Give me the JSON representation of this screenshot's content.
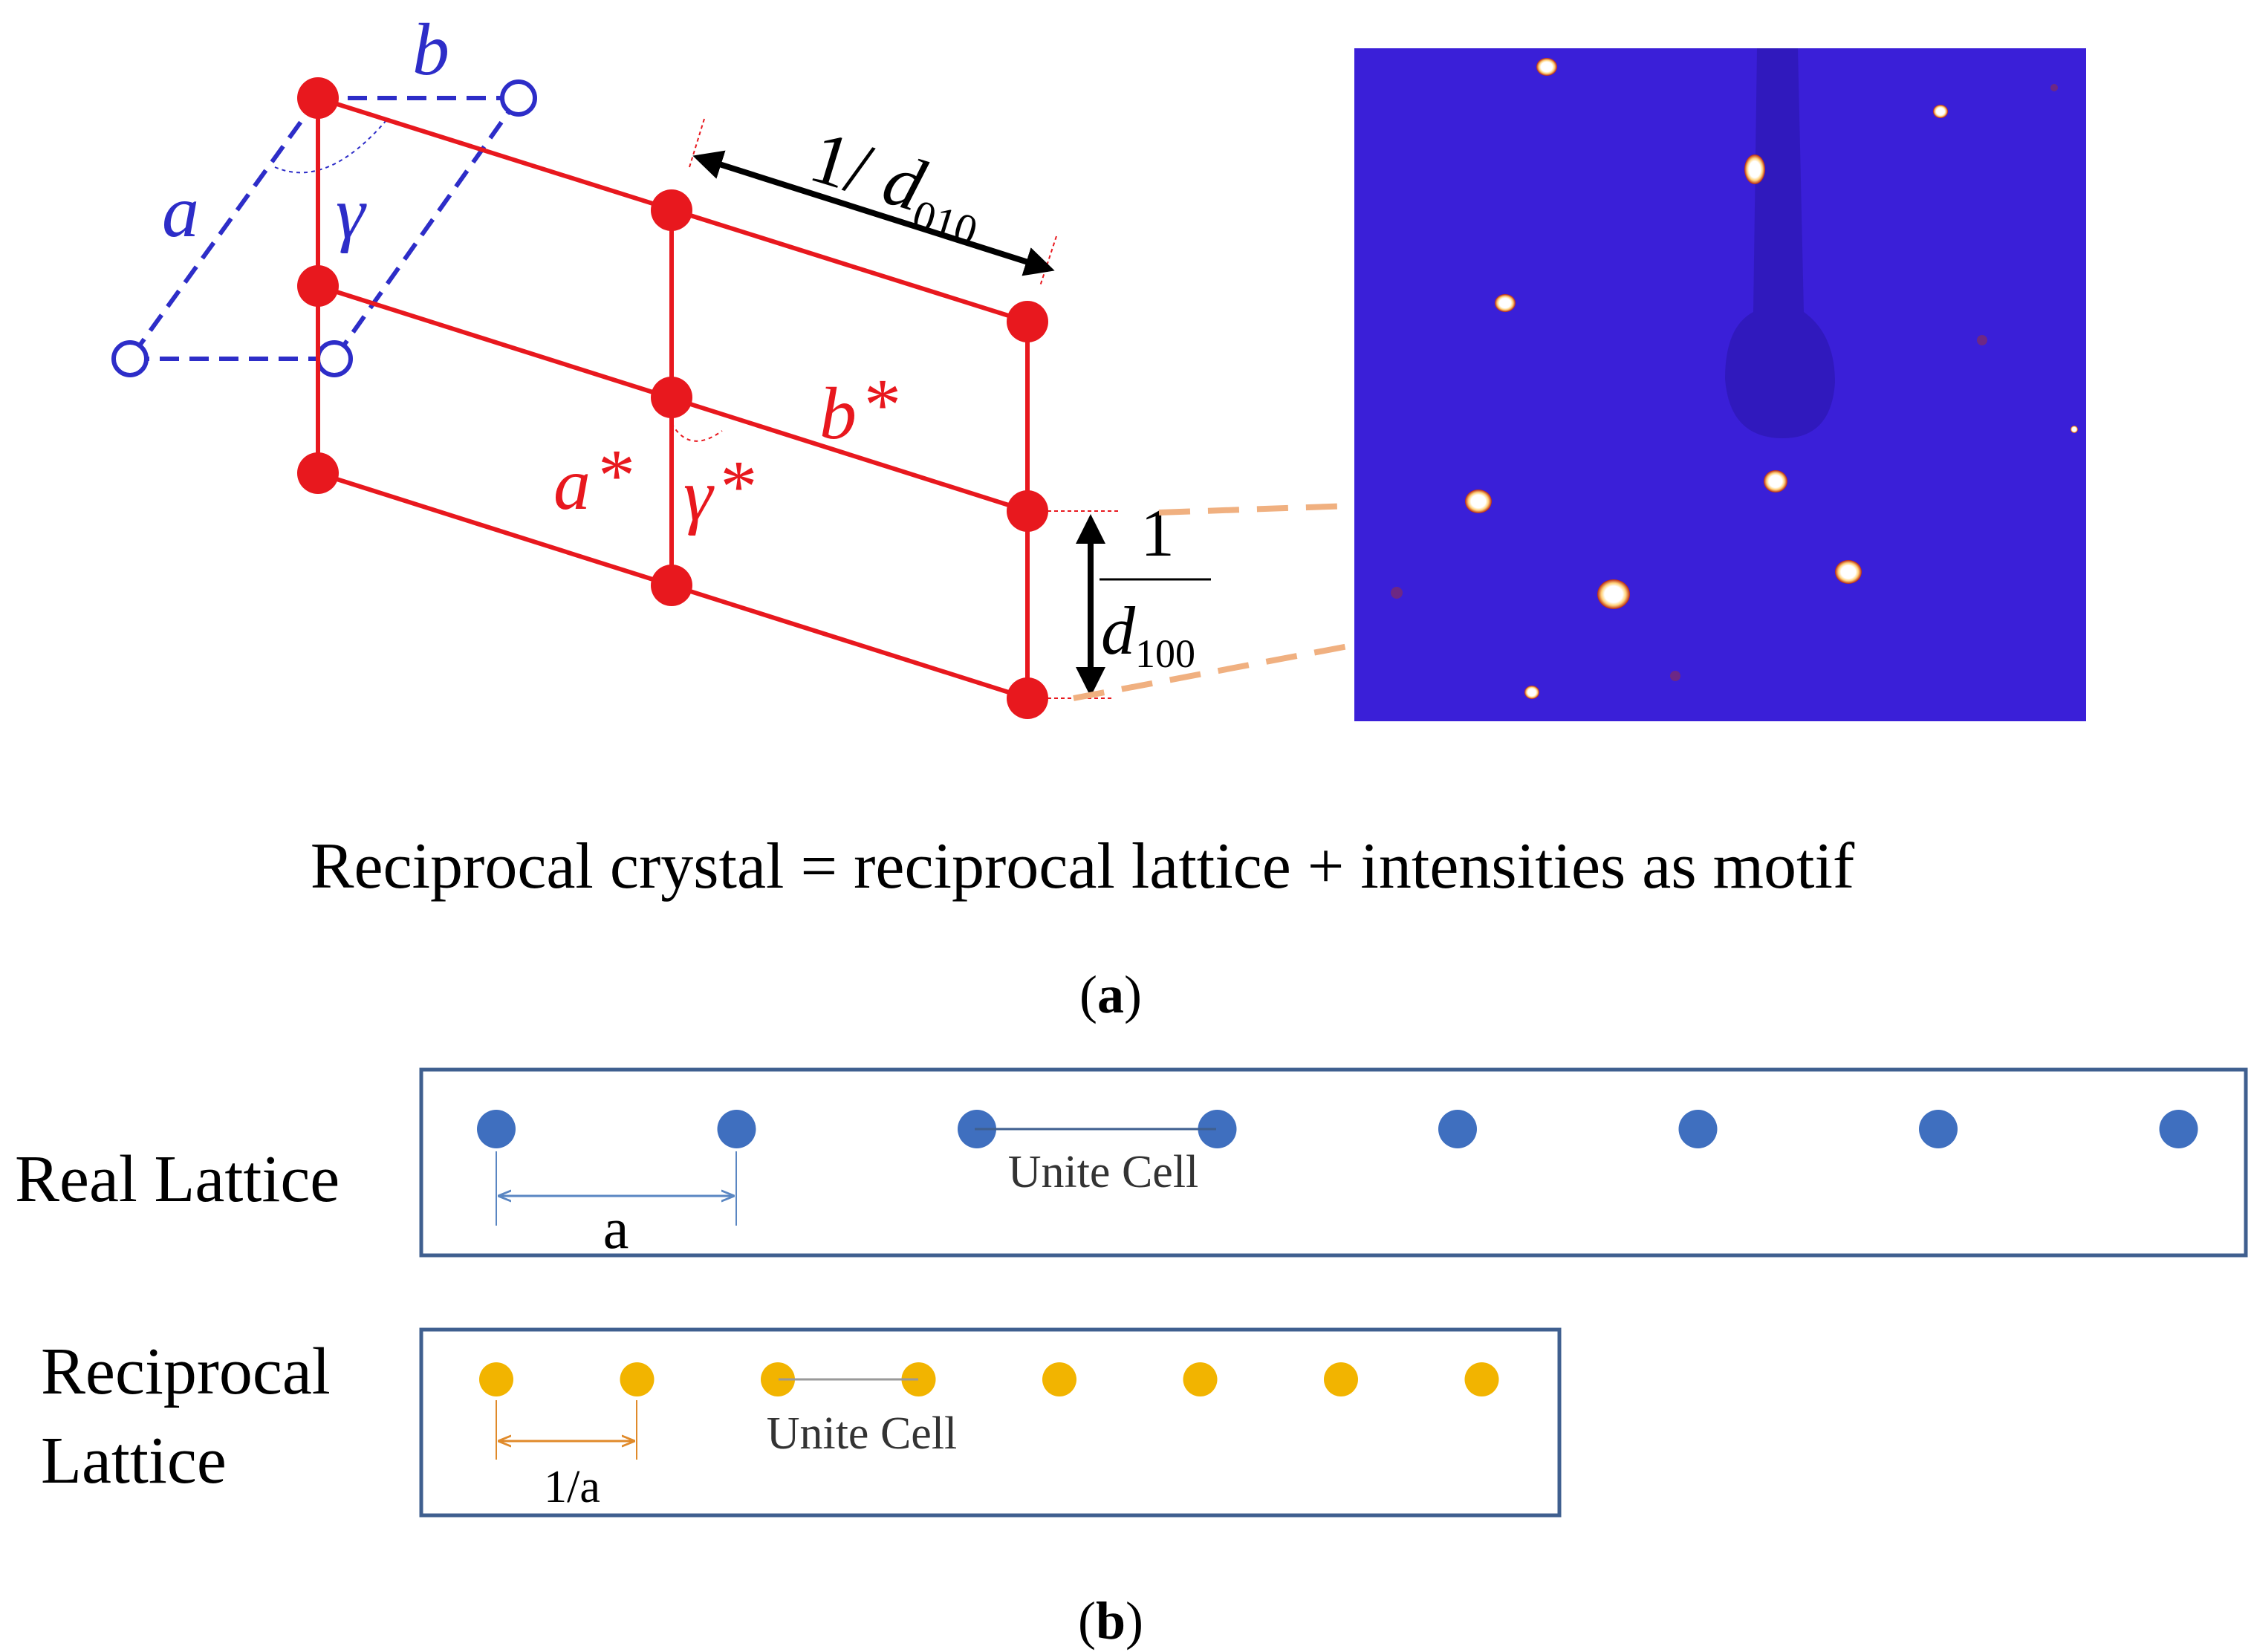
{
  "panel_a": {
    "real_cell_labels": {
      "a": "a",
      "b": "b",
      "gamma": "γ"
    },
    "reciprocal_labels": {
      "a_star": "a",
      "b_star": "b",
      "gamma_star": "γ",
      "star": "*"
    },
    "d010_label": {
      "prefix": "1/ ",
      "d": "d",
      "subscript": "010"
    },
    "d100_label": {
      "numerator": "1",
      "d": "d",
      "subscript": "100"
    },
    "caption": "Reciprocal crystal = reciprocal lattice + intensities as motif",
    "panel_label": {
      "open": "(",
      "letter": "a",
      "close": ")"
    },
    "colors": {
      "reciprocal_lattice": "#e8181e",
      "real_cell": "#2d2dc8",
      "diffraction_background": "#3a1fd8",
      "connector": "#f0b080"
    }
  },
  "panel_b": {
    "real": {
      "row_label": "Real Lattice",
      "unit_cell_label": "Unite Cell",
      "spacing_label": "a",
      "point_count": 8,
      "point_color": "#3f6fbf"
    },
    "reciprocal": {
      "row_label_line1": "Reciprocal",
      "row_label_line2": "Lattice",
      "unit_cell_label": "Unite Cell",
      "spacing_label": "1/a",
      "point_count": 8,
      "point_color": "#f2b400"
    },
    "panel_label": {
      "open": "(",
      "letter": "b",
      "close": ")"
    }
  }
}
